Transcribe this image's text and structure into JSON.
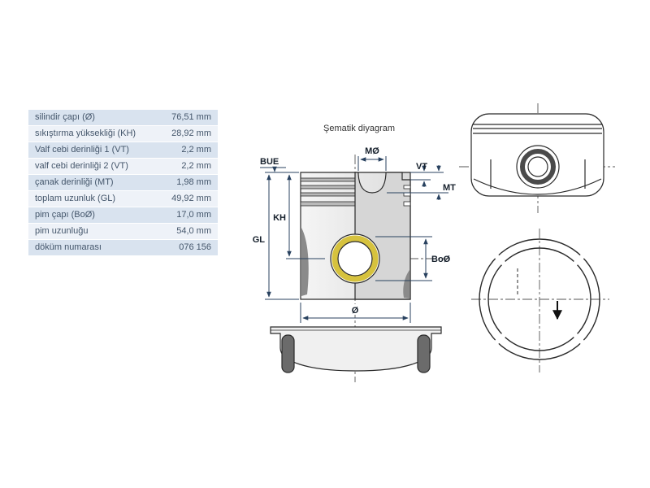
{
  "page": {
    "background_color": "#ffffff"
  },
  "spec_table": {
    "rows": [
      {
        "label": "silindir çapı (Ø)",
        "value": "76,51 mm"
      },
      {
        "label": "sıkıştırma yüksekliği (KH)",
        "value": "28,92 mm"
      },
      {
        "label": "Valf cebi derinliği 1 (VT)",
        "value": "2,2 mm"
      },
      {
        "label": "valf cebi derinliği 2 (VT)",
        "value": "2,2 mm"
      },
      {
        "label": "çanak derinliği (MT)",
        "value": "1,98 mm"
      },
      {
        "label": "toplam uzunluk (GL)",
        "value": "49,92 mm"
      },
      {
        "label": "pim çapı (BoØ)",
        "value": "17,0 mm"
      },
      {
        "label": "pim uzunluğu",
        "value": "54,0 mm"
      },
      {
        "label": "döküm numarası",
        "value": "076 156"
      }
    ],
    "colors": {
      "row_odd": "#d9e3ef",
      "row_even": "#eef2f8",
      "text": "#44566b"
    }
  },
  "diagram": {
    "title": "Şematik diyagram",
    "labels": {
      "bue": "BUE",
      "mo": "MØ",
      "vt": "VT",
      "mt": "MT",
      "kh": "KH",
      "gl": "GL",
      "bo": "BoØ",
      "diameter": "Ø"
    },
    "colors": {
      "outline": "#2a2a2a",
      "dimension": "#28415f",
      "pin_highlight": "#d6c23e"
    }
  }
}
